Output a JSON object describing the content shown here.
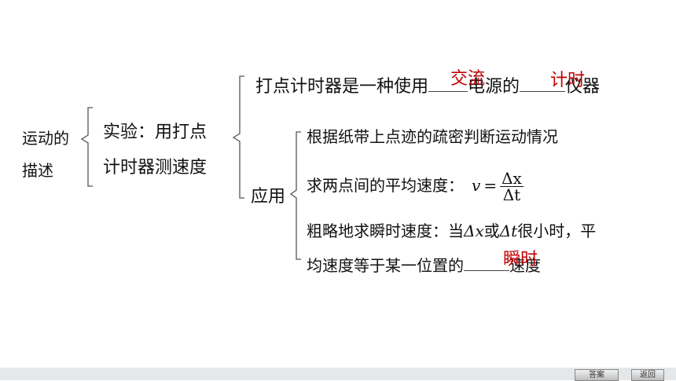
{
  "root": {
    "line1": "运动的",
    "line2": "描述"
  },
  "experiment": {
    "line1": "实验：用打点",
    "line2": "计时器测速度"
  },
  "branch_timer": {
    "text_a": "打点计时器是一种使用",
    "text_b": "电源的",
    "text_c": "仪器",
    "answer1": "交流",
    "answer2": "计时"
  },
  "branch_app": {
    "label": "应用",
    "item1": "根据纸带上点迹的疏密判断运动情况",
    "item2_prefix": "求两点间的平均速度：",
    "item2_var": "v",
    "item2_eq": "=",
    "item2_num": "Δx",
    "item2_den": "Δt",
    "item3_a": "粗略地求瞬时速度：当",
    "item3_dx": "Δx",
    "item3_or": "或",
    "item3_dt": "Δt",
    "item3_b": "很小时，平",
    "item4_a": "均速度等于某一位置的",
    "item4_b": "速度",
    "answer3": "瞬时"
  },
  "footer": {
    "answer_button": "答案",
    "back_button": "返回"
  }
}
